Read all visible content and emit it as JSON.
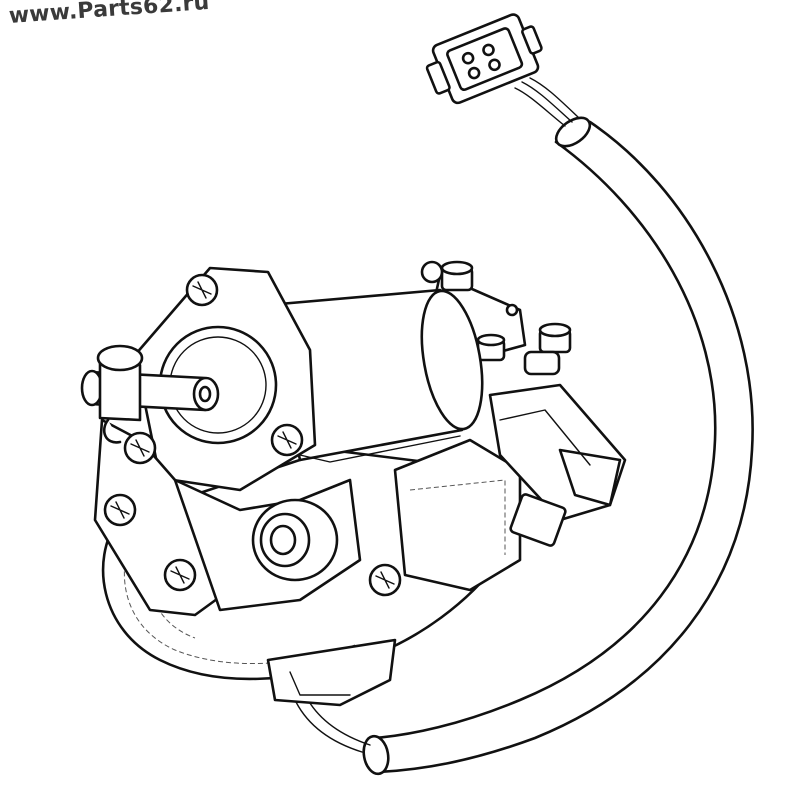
{
  "watermark": {
    "text": "www.Parts62.ru"
  },
  "drawing": {
    "subject": "headlamp-leveling-motor-assembly",
    "style": "black-line-art",
    "colors": {
      "line": "#111111",
      "background": "#ffffff",
      "watermark": "#3a3a3a"
    }
  }
}
